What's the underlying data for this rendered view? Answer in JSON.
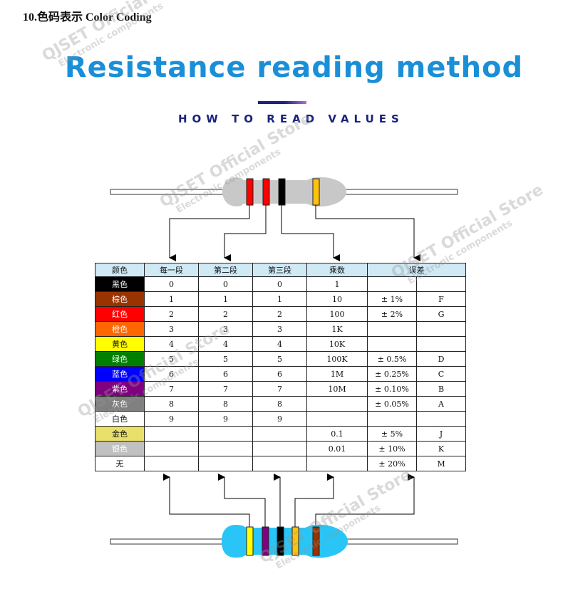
{
  "section_title": "10.色码表示 Color Coding",
  "main_title": "Resistance reading method",
  "subtitle": "HOW TO READ VALUES",
  "table": {
    "headers": [
      "颜色",
      "每一段",
      "第二段",
      "第三段",
      "乘数",
      "误差"
    ],
    "rows": [
      {
        "color": "黑色",
        "bg": "#000000",
        "dark": false,
        "d1": "0",
        "d2": "0",
        "d3": "0",
        "mult": "1",
        "tol": "",
        "code": ""
      },
      {
        "color": "棕色",
        "bg": "#993300",
        "dark": false,
        "d1": "1",
        "d2": "1",
        "d3": "1",
        "mult": "10",
        "tol": "± 1%",
        "code": "F"
      },
      {
        "color": "红色",
        "bg": "#ff0000",
        "dark": false,
        "d1": "2",
        "d2": "2",
        "d3": "2",
        "mult": "100",
        "tol": "± 2%",
        "code": "G"
      },
      {
        "color": "橙色",
        "bg": "#ff6600",
        "dark": false,
        "d1": "3",
        "d2": "3",
        "d3": "3",
        "mult": "1K",
        "tol": "",
        "code": ""
      },
      {
        "color": "黄色",
        "bg": "#ffff00",
        "dark": true,
        "d1": "4",
        "d2": "4",
        "d3": "4",
        "mult": "10K",
        "tol": "",
        "code": ""
      },
      {
        "color": "绿色",
        "bg": "#008000",
        "dark": false,
        "d1": "5",
        "d2": "5",
        "d3": "5",
        "mult": "100K",
        "tol": "± 0.5%",
        "code": "D"
      },
      {
        "color": "蓝色",
        "bg": "#0000ff",
        "dark": false,
        "d1": "6",
        "d2": "6",
        "d3": "6",
        "mult": "1M",
        "tol": "± 0.25%",
        "code": "C"
      },
      {
        "color": "紫色",
        "bg": "#800080",
        "dark": false,
        "d1": "7",
        "d2": "7",
        "d3": "7",
        "mult": "10M",
        "tol": "± 0.10%",
        "code": "B"
      },
      {
        "color": "灰色",
        "bg": "#808080",
        "dark": false,
        "d1": "8",
        "d2": "8",
        "d3": "8",
        "mult": "",
        "tol": "± 0.05%",
        "code": "A"
      },
      {
        "color": "白色",
        "bg": "#ffffff",
        "dark": true,
        "d1": "9",
        "d2": "9",
        "d3": "9",
        "mult": "",
        "tol": "",
        "code": ""
      },
      {
        "color": "金色",
        "bg": "#e8e06a",
        "dark": true,
        "d1": "",
        "d2": "",
        "d3": "",
        "mult": "0.1",
        "tol": "± 5%",
        "code": "J"
      },
      {
        "color": "银色",
        "bg": "#c0c0c0",
        "dark": false,
        "d1": "",
        "d2": "",
        "d3": "",
        "mult": "0.01",
        "tol": "± 10%",
        "code": "K"
      },
      {
        "color": "无",
        "bg": "#ffffff",
        "dark": true,
        "d1": "",
        "d2": "",
        "d3": "",
        "mult": "",
        "tol": "± 20%",
        "code": "M"
      }
    ]
  },
  "watermark": {
    "line1": "QJSET Official Store",
    "line2": "Electronic components",
    "color": "#9a9a9a"
  },
  "colors": {
    "title_blue": "#1a8fd8",
    "navy": "#1a237e",
    "header_bg": "#cfe9f5",
    "resistor_top_body": "#c8c8c8",
    "resistor_bottom_body": "#29c5f6"
  }
}
